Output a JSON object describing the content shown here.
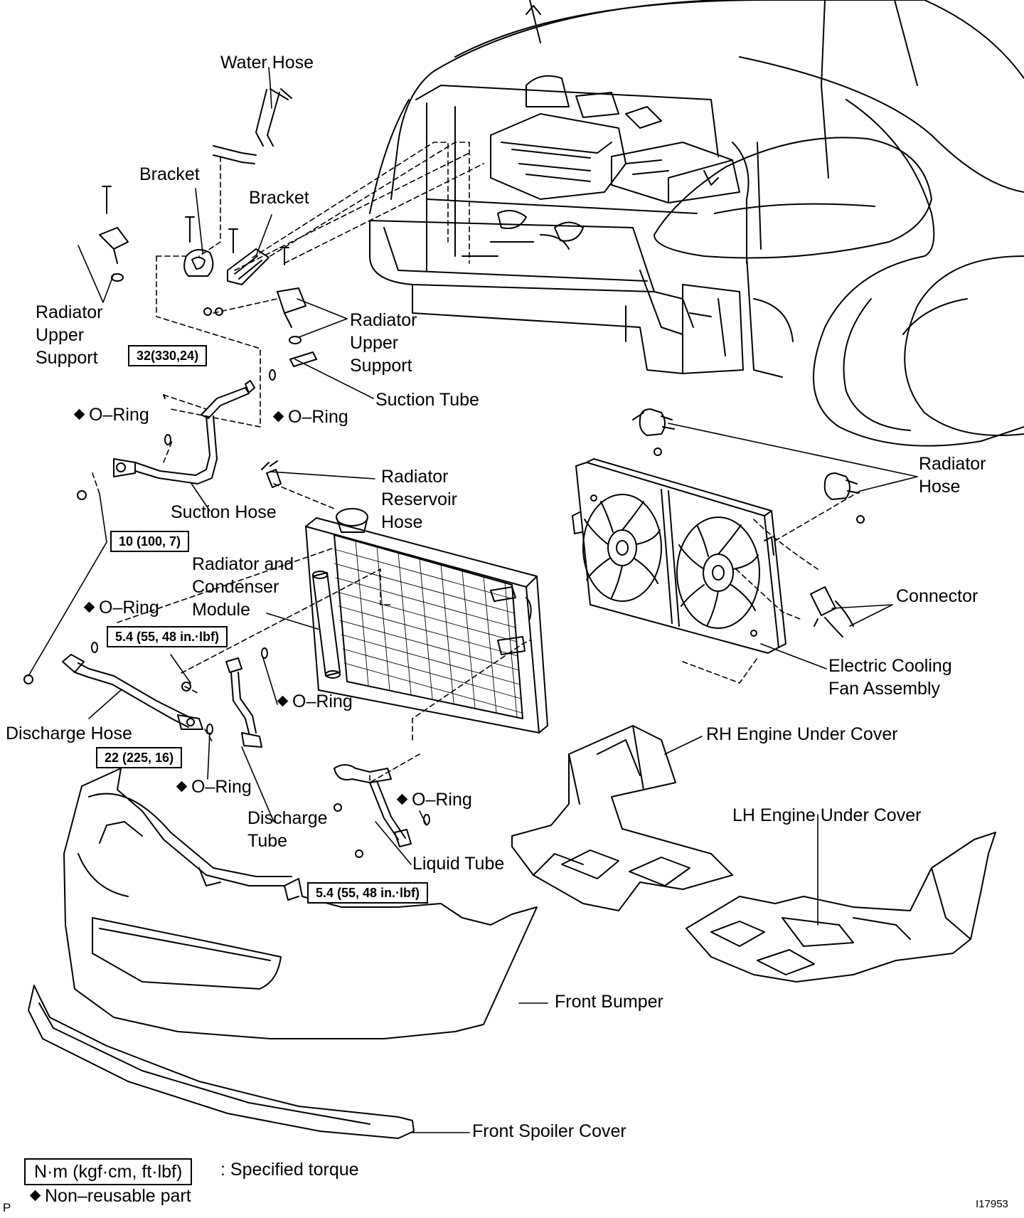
{
  "labels": {
    "water_hose": "Water Hose",
    "bracket_1": "Bracket",
    "bracket_2": "Bracket",
    "rad_upper_support_left": "Radiator\nUpper\nSupport",
    "rad_upper_support_right": "Radiator\nUpper\nSupport",
    "suction_tube": "Suction Tube",
    "o_ring_1": "O–Ring",
    "o_ring_2": "O–Ring",
    "suction_hose": "Suction Hose",
    "radiator_reservoir_hose": "Radiator\nReservoir\nHose",
    "radiator_hose": "Radiator\nHose",
    "radiator_condenser_module": "Radiator and\nCondenser\nModule",
    "o_ring_3": "O–Ring",
    "connector": "Connector",
    "electric_cooling_fan": "Electric Cooling\nFan Assembly",
    "o_ring_4": "O–Ring",
    "discharge_hose": "Discharge Hose",
    "rh_engine_under_cover": "RH Engine Under Cover",
    "o_ring_5": "O–Ring",
    "o_ring_6": "O–Ring",
    "discharge_tube": "Discharge\nTube",
    "lh_engine_under_cover": "LH Engine Under Cover",
    "liquid_tube": "Liquid Tube",
    "front_bumper": "Front Bumper",
    "front_spoiler_cover": "Front Spoiler Cover"
  },
  "torques": {
    "t1": "32(330,24)",
    "t2": "10 (100, 7)",
    "t3": "5.4 (55, 48 in.·lbf)",
    "t4": "22 (225, 16)",
    "t5": "5.4 (55, 48 in.·lbf)"
  },
  "legend": {
    "unit_box": "N·m (kgf·cm, ft·lbf)",
    "unit_text": ": Specified torque",
    "non_reusable": "Non–reusable part"
  },
  "corner": {
    "left_mark": "P",
    "figure_id": "I17953"
  }
}
